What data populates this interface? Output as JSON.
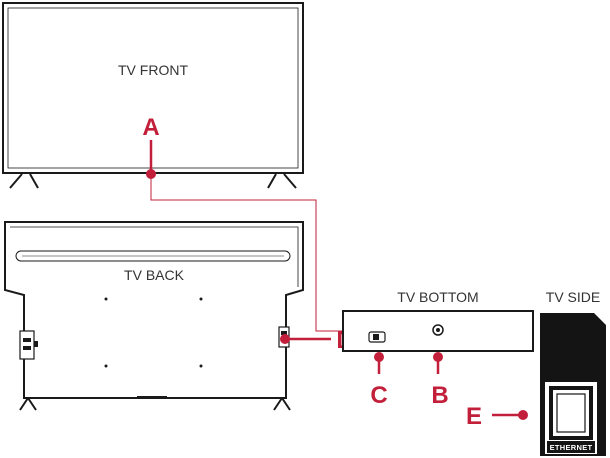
{
  "views": {
    "tv_front": "TV FRONT",
    "tv_back": "TV BACK",
    "tv_bottom": "TV BOTTOM",
    "tv_side": "TV SIDE"
  },
  "callouts": {
    "a": "A",
    "b": "B",
    "c": "C",
    "d": "D",
    "e": "E"
  },
  "ports": {
    "ethernet": "ETHERNET"
  },
  "colors": {
    "accent": "#c21f3a",
    "outline": "#1a1a1a",
    "side_panel": "#141414"
  }
}
